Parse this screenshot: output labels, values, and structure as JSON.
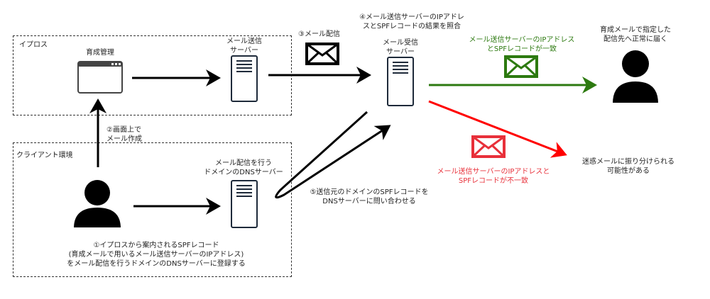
{
  "groups": {
    "iprosu": {
      "label": "イプロス"
    },
    "client": {
      "label": "クライアント環境"
    }
  },
  "nodes": {
    "ikusei_kanri": {
      "label": "育成管理",
      "icon": "browser-window-icon"
    },
    "send_server": {
      "label": "メール送信\nサーバー",
      "icon": "server-icon"
    },
    "recv_server": {
      "label": "メール受信\nサーバー",
      "icon": "server-icon"
    },
    "dns_server": {
      "label": "メール配信を行う\nドメインのDNSサーバー",
      "icon": "server-icon"
    },
    "client_user": {
      "icon": "user-icon"
    },
    "recipient": {
      "label": "育成メールで指定した\n配信先へ正常に届く",
      "icon": "user-icon"
    },
    "spam": {
      "label": "迷惑メールに振り分けられる\n可能性がある"
    }
  },
  "steps": {
    "step1": "①イプロスから案内されるSPFレコード\n(育成メールで用いるメール送信サーバーのIPアドレス)\nをメール配信を行うドメインのDNSサーバーに登録する",
    "step2": "②画面上で\nメール作成",
    "step3": "③メール配信",
    "step4": "④メール送信サーバーのIPアドレ\nスとSPFレコードの結果を照合",
    "step5": "⑤送信元のドメインのSPFレコードを\nDNSサーバーに問い合わせる"
  },
  "results": {
    "match": {
      "label": "メール送信サーバーのIPアドレス\nとSPFレコードが一致",
      "color": "#2d7a10"
    },
    "mismatch": {
      "label": "メール送信サーバーのIPアドレスと\nSPFレコードが不一致",
      "color": "#e8303a"
    }
  },
  "colors": {
    "line": "#000000",
    "server_stroke": "#1e2a3a",
    "box_border": "#333333"
  }
}
